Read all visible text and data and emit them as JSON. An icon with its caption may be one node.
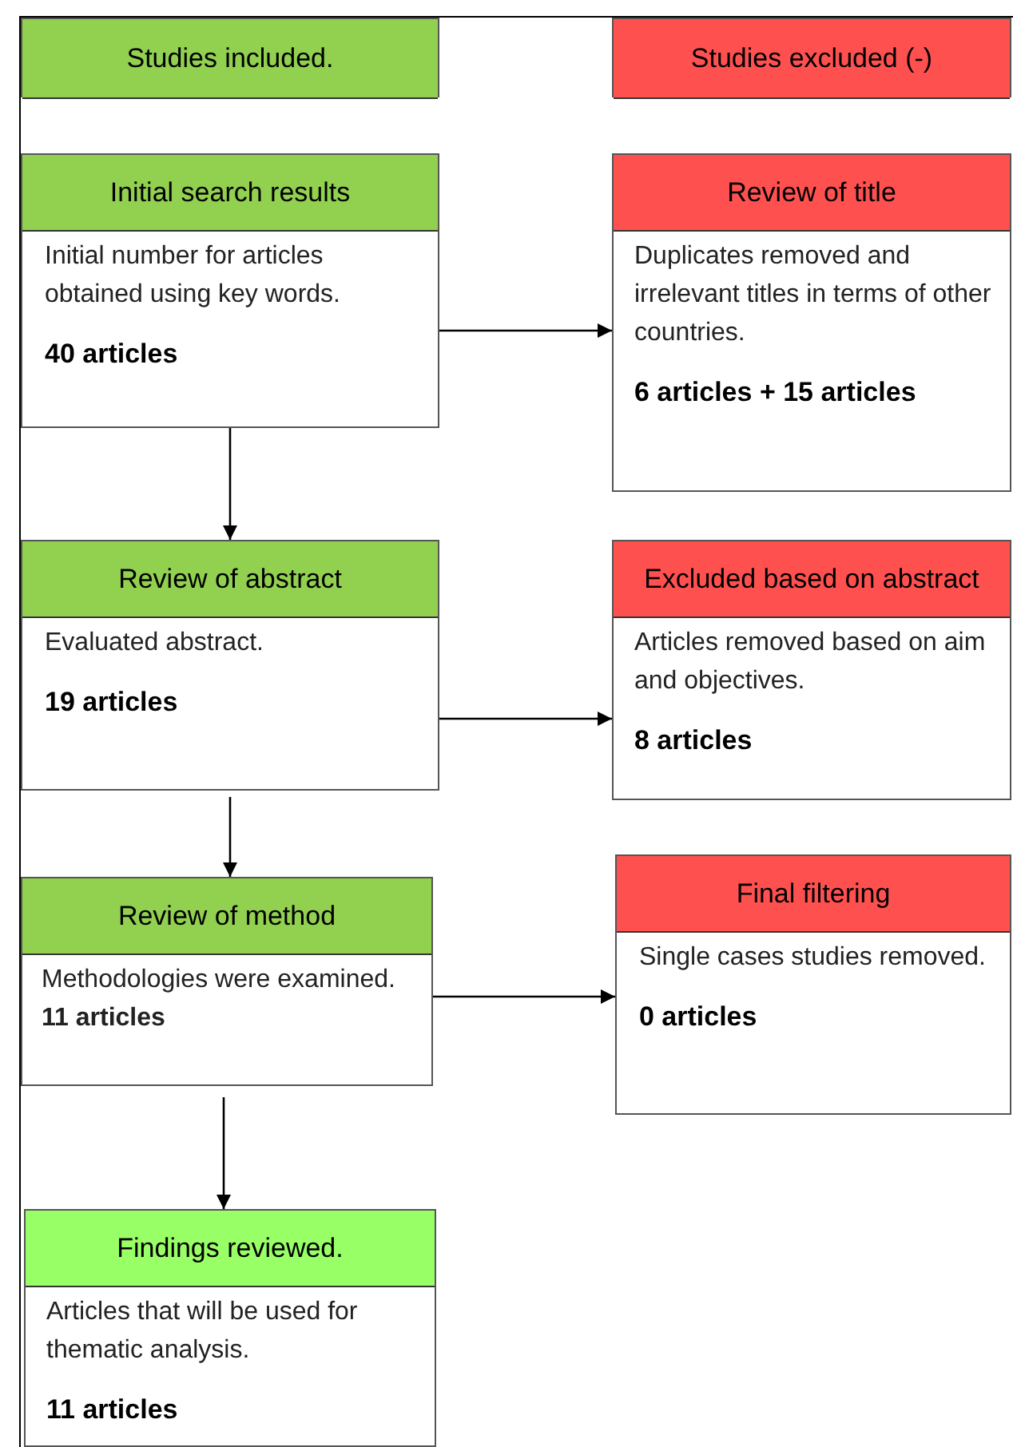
{
  "diagram": {
    "nodes": [
      {
        "text": [
          "Studies included."
        ]
      },
      {
        "text": [
          "Studies excluded (-)"
        ]
      },
      {
        "text": [
          "Initial search results",
          "Initial number for articles obtained using key words.",
          "40 articles"
        ]
      },
      {
        "text": [
          "Review of title",
          "Duplicates removed and irrelevant titles in terms of other countries.",
          "6 articles + 15 articles"
        ]
      },
      {
        "text": [
          "Review of abstract",
          "Evaluated abstract.",
          "19 articles"
        ]
      },
      {
        "text": [
          "Excluded based on abstract",
          "Articles removed based on aim and objectives.",
          "8 articles"
        ]
      },
      {
        "text": [
          "Review of method",
          "Methodologies were examined. **11 articles**"
        ]
      },
      {
        "text": [
          "Final filtering",
          "Single cases studies removed.",
          "0 articles"
        ]
      },
      {
        "text": [
          "Findings reviewed.",
          "Articles that will be used for thematic analysis.",
          "11 articles"
        ]
      }
    ],
    "edges": [
      {
        "from": 2,
        "to": 3,
        "arrow": "to"
      },
      {
        "from": 2,
        "to": 4,
        "arrow": "to"
      },
      {
        "from": 4,
        "to": 5,
        "arrow": "to"
      },
      {
        "from": 4,
        "to": 6,
        "arrow": "to"
      },
      {
        "from": 6,
        "to": 7,
        "arrow": "to"
      },
      {
        "from": 6,
        "to": 8,
        "arrow": "to"
      }
    ]
  }
}
